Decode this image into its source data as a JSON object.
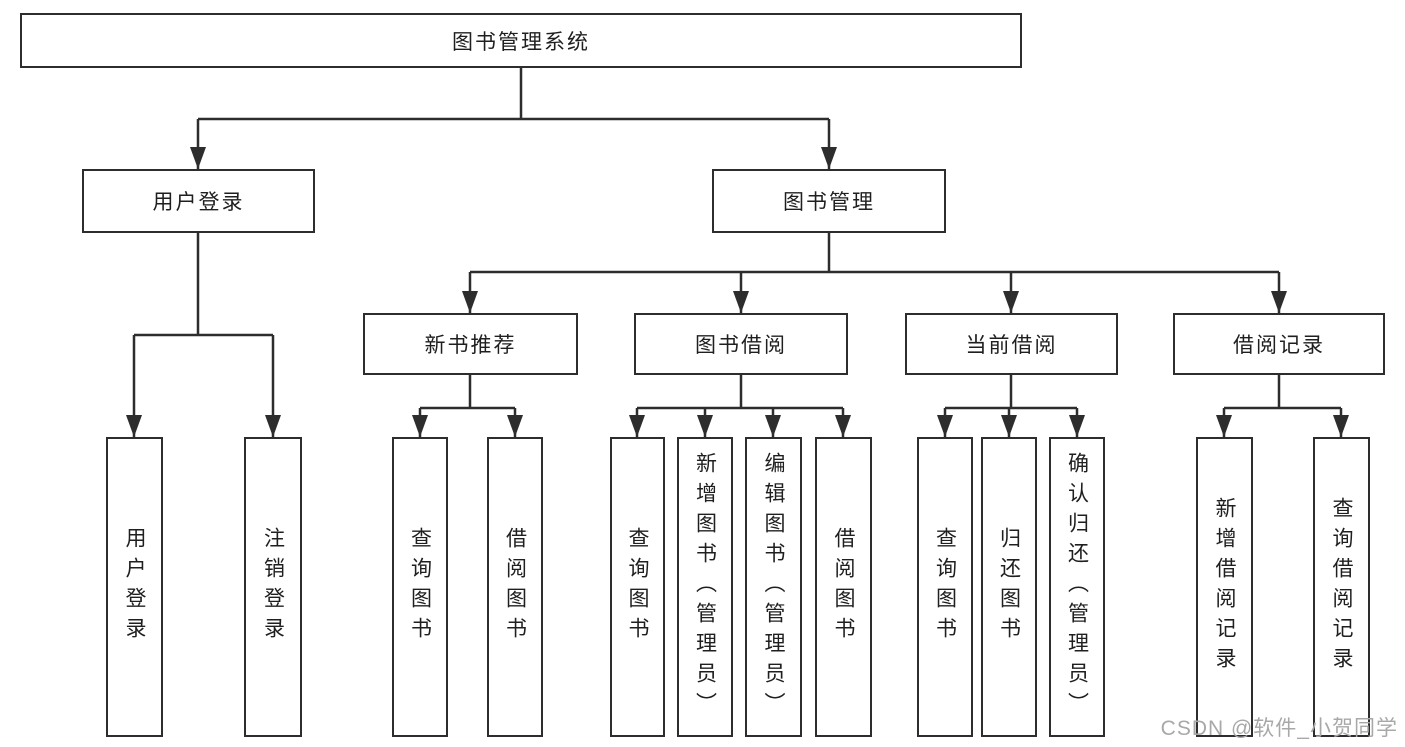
{
  "tree": {
    "root": {
      "label": "图书管理系统"
    },
    "branches": [
      {
        "label": "用户登录",
        "children": [
          {
            "label": "用户登录"
          },
          {
            "label": "注销登录"
          }
        ]
      },
      {
        "label": "图书管理",
        "children": [
          {
            "label": "新书推荐",
            "children": [
              {
                "label": "查询图书"
              },
              {
                "label": "借阅图书"
              }
            ]
          },
          {
            "label": "图书借阅",
            "children": [
              {
                "label": "查询图书"
              },
              {
                "label": "新增图书（管理员）"
              },
              {
                "label": "编辑图书（管理员）"
              },
              {
                "label": "借阅图书"
              }
            ]
          },
          {
            "label": "当前借阅",
            "children": [
              {
                "label": "查询图书"
              },
              {
                "label": "归还图书"
              },
              {
                "label": "确认归还（管理员）"
              }
            ]
          },
          {
            "label": "借阅记录",
            "children": [
              {
                "label": "新增借阅记录"
              },
              {
                "label": "查询借阅记录"
              }
            ]
          }
        ]
      }
    ]
  },
  "watermark": {
    "text": "CSDN @软件_小贺同学"
  },
  "colors": {
    "line": "#2d2d2d",
    "text": "#1f1f1f",
    "background": "#ffffff",
    "watermark": "#a8a8a8"
  }
}
